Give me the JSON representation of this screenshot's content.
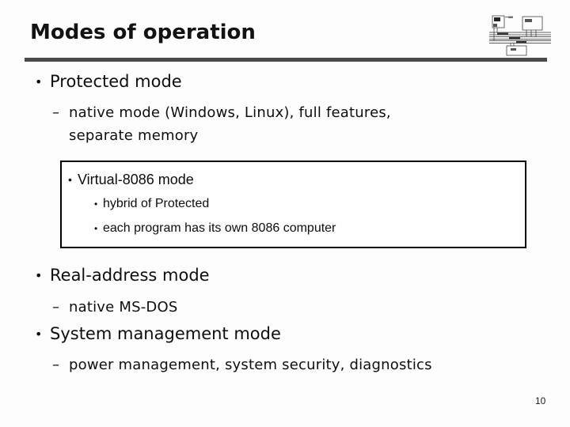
{
  "slide": {
    "title": "Modes of operation",
    "page_number": "10",
    "content": {
      "protected": {
        "marker": "•",
        "label": "Protected mode"
      },
      "protected_sub": {
        "marker": "–",
        "label": "native mode (Windows, Linux), full features, separate memory"
      },
      "virtual_box": {
        "heading": {
          "marker": "•",
          "label": "Virtual-8086 mode"
        },
        "items": [
          {
            "marker": "•",
            "label": "hybrid of Protected"
          },
          {
            "marker": "•",
            "label": "each program has its own 8086 computer"
          }
        ]
      },
      "real": {
        "marker": "•",
        "label": "Real-address mode"
      },
      "real_sub": {
        "marker": "–",
        "label": "native MS-DOS"
      },
      "smm": {
        "marker": "•",
        "label": "System management mode"
      },
      "smm_sub": {
        "marker": "–",
        "label": "power management, system security, diagnostics"
      }
    },
    "icons": {
      "diagram": "computer-architecture-thumbnail"
    },
    "colors": {
      "rule": "#4a4a4a",
      "text": "#0e0e0e",
      "background": "#fdfdfd",
      "box_border": "#000000"
    }
  }
}
